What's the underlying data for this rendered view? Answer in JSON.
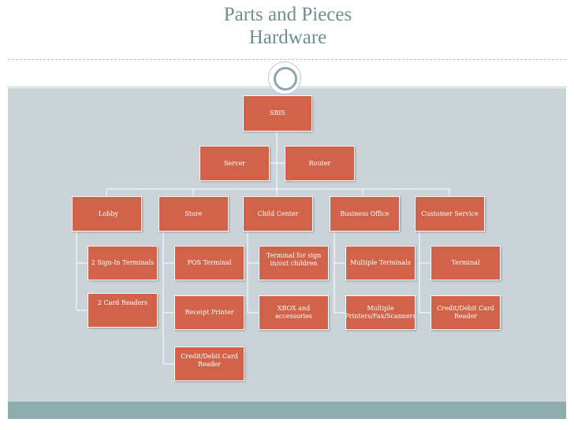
{
  "slide": {
    "title_line1": "Parts and Pieces",
    "title_line2": "Hardware",
    "colors": {
      "box_fill": "#d1634a",
      "panel_bg": "#c9d3d8",
      "accent_bar": "#8fadaf",
      "title_text": "#6f8e92",
      "connector": "#ffffff"
    }
  },
  "org": {
    "root": "SBIS",
    "level2": [
      "Server",
      "Router"
    ],
    "departments": [
      {
        "name": "Lobby",
        "items": [
          "2 Sign-In Terminals",
          "2 Card Readers"
        ]
      },
      {
        "name": "Store",
        "items": [
          "POS Terminal",
          "Receipt Printer",
          "Credit/Debit Card Reader"
        ]
      },
      {
        "name": "Child Center",
        "items": [
          "Terminal for sign in/out children",
          "XBOX and accessories"
        ]
      },
      {
        "name": "Business Office",
        "items": [
          "Multiple Terminals",
          "Multiple Printers/Fax/Scanners"
        ]
      },
      {
        "name": "Customer Service",
        "items": [
          "Terminal",
          "Credit/Debit Card Reader"
        ]
      }
    ]
  }
}
